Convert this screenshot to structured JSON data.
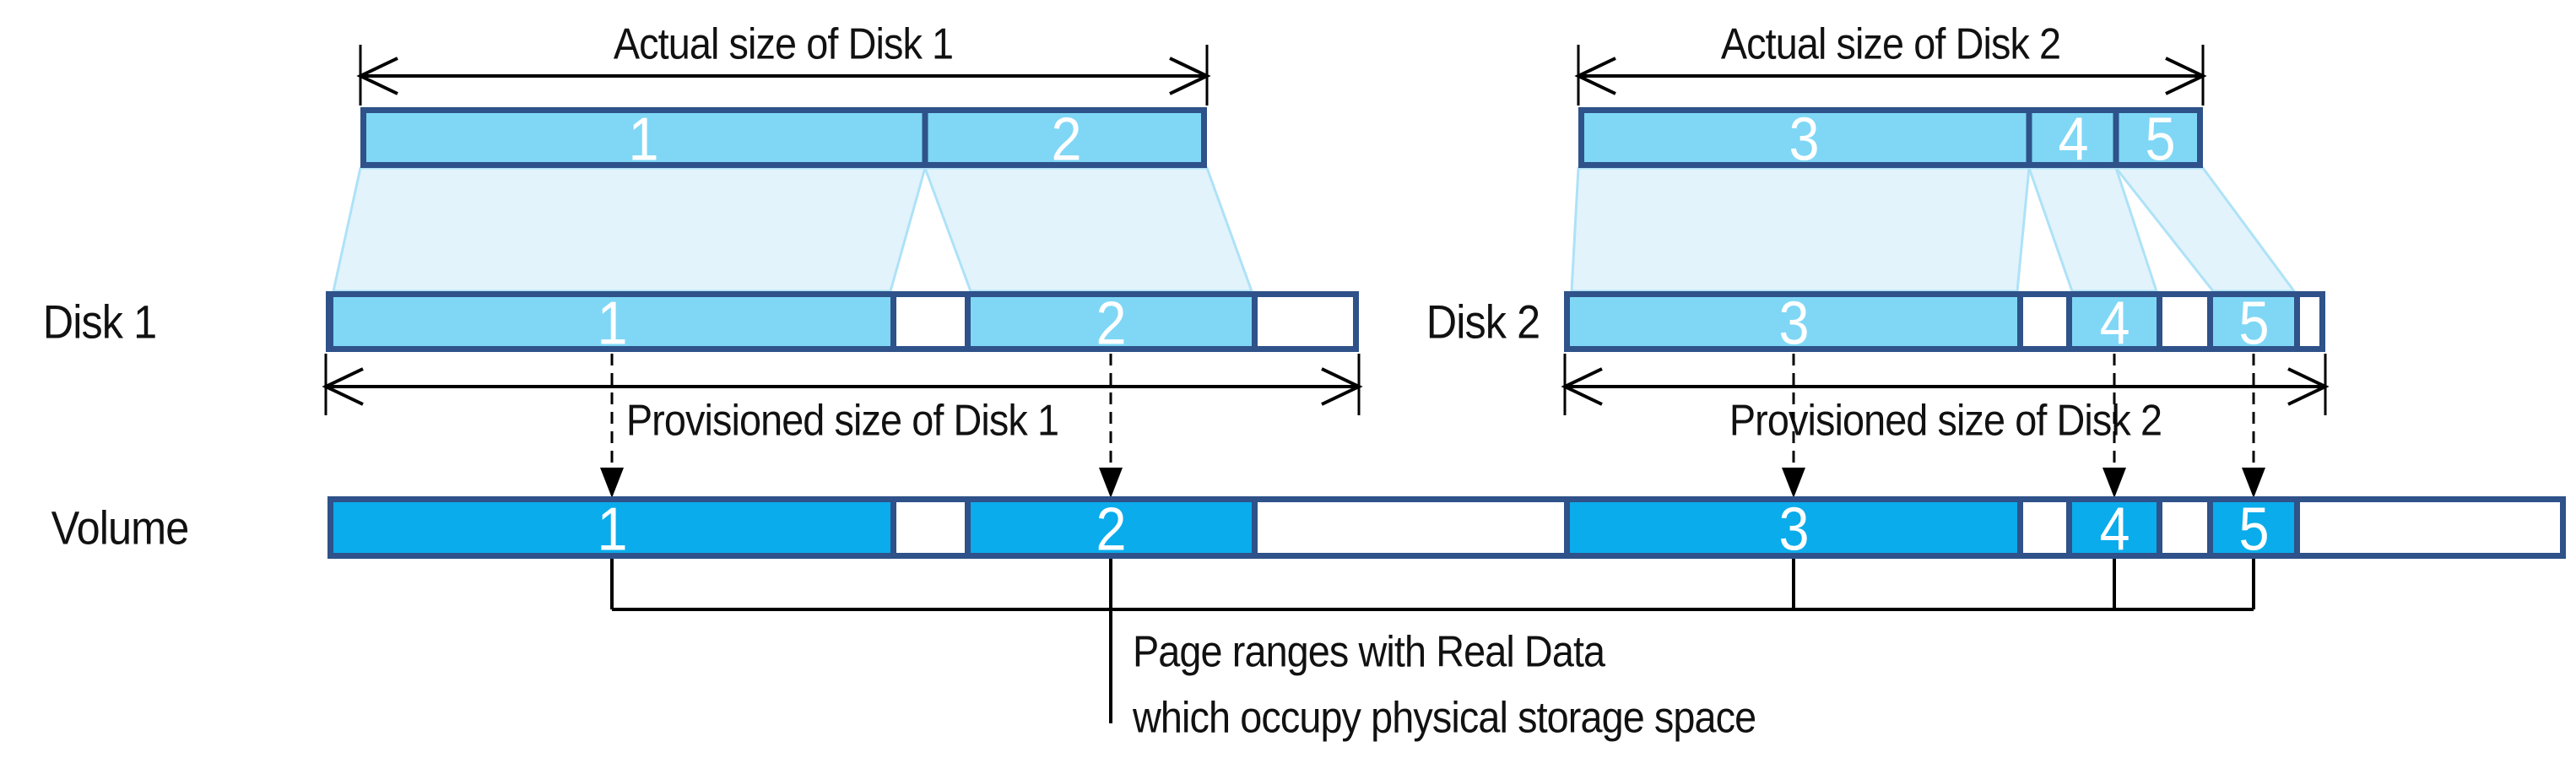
{
  "disk1": {
    "label": "Disk 1",
    "actual_size_label": "Actual size of Disk 1",
    "provisioned_size_label": "Provisioned size of Disk 1",
    "actual_segments": [
      "1",
      "2"
    ],
    "provisioned_segments": [
      "1",
      "2"
    ]
  },
  "disk2": {
    "label": "Disk 2",
    "actual_size_label": "Actual size of Disk 2",
    "provisioned_size_label": "Provisioned size of Disk 2",
    "actual_segments": [
      "3",
      "4",
      "5"
    ],
    "provisioned_segments": [
      "3",
      "4",
      "5"
    ]
  },
  "volume": {
    "label": "Volume",
    "segments": [
      "1",
      "2",
      "3",
      "4",
      "5"
    ]
  },
  "annotation": {
    "line1": "Page ranges with Real Data",
    "line2": "which occupy physical storage space"
  },
  "colors": {
    "border": "#2E5289",
    "disk_fill": "#7FD7F5",
    "volume_fill": "#0AACEC",
    "trapezoid_fill": "#E2F3FC",
    "trapezoid_edge": "#AEE2F7"
  }
}
